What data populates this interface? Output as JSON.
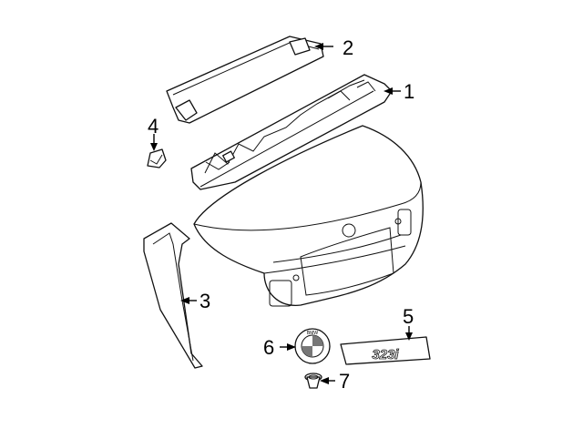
{
  "diagram": {
    "callouts": [
      {
        "id": "1",
        "label": "1"
      },
      {
        "id": "2",
        "label": "2"
      },
      {
        "id": "3",
        "label": "3"
      },
      {
        "id": "4",
        "label": "4"
      },
      {
        "id": "5",
        "label": "5"
      },
      {
        "id": "6",
        "label": "6"
      },
      {
        "id": "7",
        "label": "7"
      }
    ],
    "emblem_text": "BMW",
    "badge_text": "323i"
  }
}
